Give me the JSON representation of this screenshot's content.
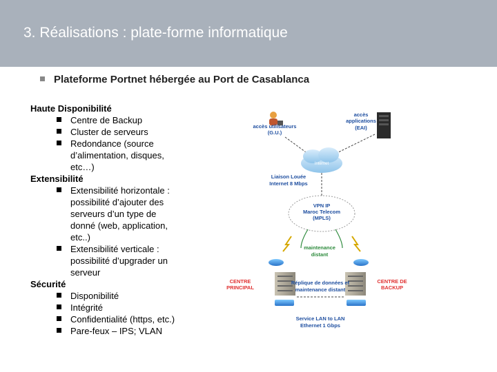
{
  "header": {
    "title": "3. Réalisations : plate-forme informatique"
  },
  "subtitle": "Plateforme Portnet hébergée au Port de Casablanca",
  "sections": [
    {
      "heading": "Haute Disponibilité",
      "items": [
        "Centre de Backup",
        "Cluster de serveurs",
        "Redondance (source d’alimentation, disques, etc…)"
      ]
    },
    {
      "heading": "Extensibilité",
      "items": [
        "Extensibilité horizontale : possibilité d’ajouter des serveurs d’un type de donné (web, application, etc..)",
        "Extensibilité verticale : possibilité d’upgrader un serveur"
      ]
    },
    {
      "heading": "Sécurité",
      "items": [
        "Disponibilité",
        "Intégrité",
        "Confidentialité (https, etc.)",
        "Pare-feux – IPS; VLAN"
      ]
    }
  ],
  "diagram": {
    "users": "accès utilisateurs (G.U.)",
    "apps": "accès applications (EAI)",
    "internet": "Internet",
    "liaison_1": "Liaison Louée",
    "liaison_2": "Internet 8 Mbps",
    "vpn_1": "VPN IP",
    "vpn_2": "Maroc Telecom",
    "vpn_3": "(MPLS)",
    "maintenance_1": "maintenance",
    "maintenance_2": "distant",
    "centre_principal_1": "CENTRE",
    "centre_principal_2": "PRINCIPAL",
    "centre_backup_1": "CENTRE DE",
    "centre_backup_2": "BACKUP",
    "replique_1": "Réplique de données et",
    "replique_2": "maintenance distant",
    "service_1": "Service LAN to LAN",
    "service_2": "Ethernet 1 Gbps"
  },
  "colors": {
    "header_bg": "#a9b1bb",
    "diagram_label": "#1f4fa0",
    "centre_label": "#e03030",
    "maintenance": "#2e8b3d"
  }
}
